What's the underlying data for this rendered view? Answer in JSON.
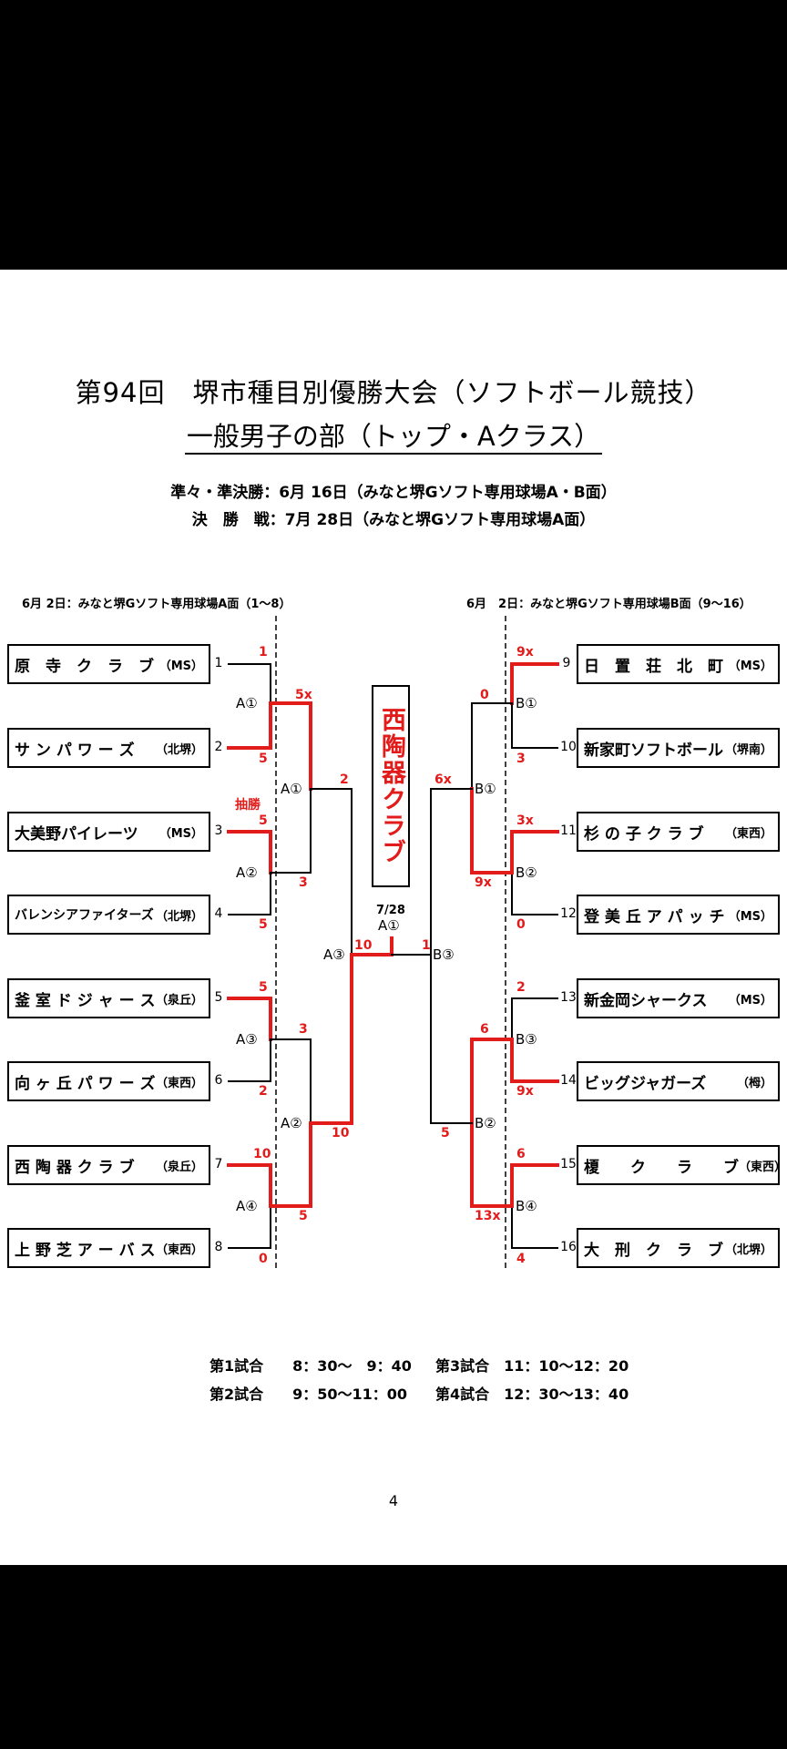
{
  "title": "第94回　堺市種目別優勝大会（ソフトボール競技）",
  "subtitle": "一般男子の部（トップ・Aクラス）",
  "schedule": {
    "semis": "準々・準決勝：6月 16日（みなと堺Gソフト専用球場A・B面）",
    "final": "決　勝　戦：7月 28日（みなと堺Gソフト専用球場A面）"
  },
  "venue_left": "6月 2日：みなと堺Gソフト専用球場A面（1～8）",
  "venue_right": "6月　2日：みなと堺Gソフト専用球場B面（9～16）",
  "champion": "西陶器クラブ",
  "final_info": {
    "date": "7/28",
    "code": "A①"
  },
  "left_teams": [
    {
      "num": "1",
      "name": "原　寺　ク　ラ　ブ",
      "area": "（MS）"
    },
    {
      "num": "2",
      "name": "サ ン パ ワ ー ズ",
      "area": "（北堺）"
    },
    {
      "num": "3",
      "name": "大美野パイレーツ",
      "area": "（MS）"
    },
    {
      "num": "4",
      "name": "バレンシアファイターズ",
      "area": "（北堺）"
    },
    {
      "num": "5",
      "name": "釜 室 ド ジ ャ ー ス",
      "area": "（泉丘）"
    },
    {
      "num": "6",
      "name": "向 ヶ 丘 パ ワ ー ズ",
      "area": "（東西）"
    },
    {
      "num": "7",
      "name": "西 陶 器 ク ラ ブ",
      "area": "（泉丘）"
    },
    {
      "num": "8",
      "name": "上 野 芝 ア ー バ ス",
      "area": "（東西）"
    }
  ],
  "right_teams": [
    {
      "num": "9",
      "name": "日　置　荘　北　町",
      "area": "（MS）"
    },
    {
      "num": "10",
      "name": "新家町ソフトボール",
      "area": "（堺南）"
    },
    {
      "num": "11",
      "name": "杉 の 子 ク ラ ブ",
      "area": "（東西）"
    },
    {
      "num": "12",
      "name": "登 美 丘 ア パ ッ チ",
      "area": "（MS）"
    },
    {
      "num": "13",
      "name": "新金岡シャークス",
      "area": "（MS）"
    },
    {
      "num": "14",
      "name": "ビッグジャガーズ",
      "area": "（栂）"
    },
    {
      "num": "15",
      "name": "榎　　ク　　ラ　　ブ",
      "area": "（東西）"
    },
    {
      "num": "16",
      "name": "大　刑　ク　ラ　ブ",
      "area": "（北堺）"
    }
  ],
  "match_labels": {
    "A1": "A①",
    "A2": "A②",
    "A3": "A③",
    "A4": "A④",
    "SA1": "A①",
    "SA2": "A②",
    "FA3": "A③",
    "B1": "B①",
    "B2": "B②",
    "B3": "B③",
    "B4": "B④",
    "SB1": "B①",
    "SB2": "B②",
    "FB3": "B③"
  },
  "scores": {
    "s1": "1",
    "s2": "5",
    "s3": "5",
    "s4": "5",
    "s5": "5",
    "s6": "2",
    "s7": "10",
    "s8": "0",
    "qa1": "5x",
    "qa2": "3",
    "qa3": "3",
    "qa4": "5",
    "sa1": "2",
    "sa2": "10",
    "fa": "10",
    "forfeit": "抽勝",
    "s9": "9x",
    "s10": "3",
    "s11": "3x",
    "s12": "0",
    "s13": "2",
    "s14": "9x",
    "s15": "6",
    "s16": "4",
    "qb1": "0",
    "qb2": "9x",
    "qb3": "6",
    "qb4": "13x",
    "sb1": "6x",
    "sb2": "5",
    "fb": "1"
  },
  "times": {
    "g1": "第1試合　　8：30～　9：40",
    "g3": "第3試合　11：10～12：20",
    "g2": "第2試合　　9：50～11：00",
    "g4": "第4試合　12：30～13：40"
  },
  "page_number": "4",
  "colors": {
    "winner_line": "#e21b1b",
    "loser_line": "#000000"
  }
}
